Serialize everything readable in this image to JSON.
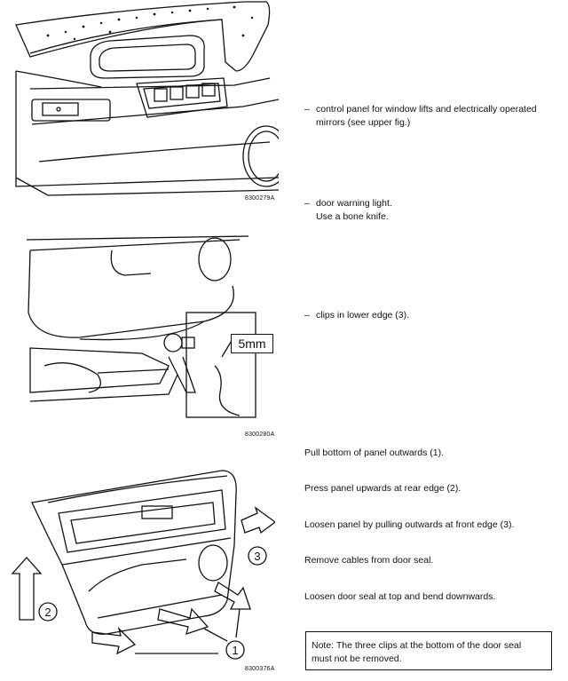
{
  "figures": [
    {
      "code": "8300279A"
    },
    {
      "code": "8300280A",
      "callout": "5mm"
    },
    {
      "code": "8300376A",
      "markers": [
        "1",
        "2",
        "3"
      ]
    }
  ],
  "bullets": [
    {
      "dash": "–",
      "lines": [
        "control panel for window lifts and electrically operated",
        "mirrors (see upper fig.)"
      ]
    },
    {
      "dash": "–",
      "lines": [
        "door warning light.",
        "Use a bone knife."
      ]
    },
    {
      "dash": "–",
      "lines": [
        "clips in lower edge (3)."
      ]
    }
  ],
  "steps": [
    "Pull bottom of panel outwards (1).",
    "Press panel upwards at rear edge (2).",
    "Loosen panel by pulling outwards at front edge (3).",
    "Remove cables from door seal.",
    "Loosen door seal at top and bend downwards."
  ],
  "note": [
    "Note: The three clips at the bottom of the door seal",
    "must not be removed."
  ]
}
